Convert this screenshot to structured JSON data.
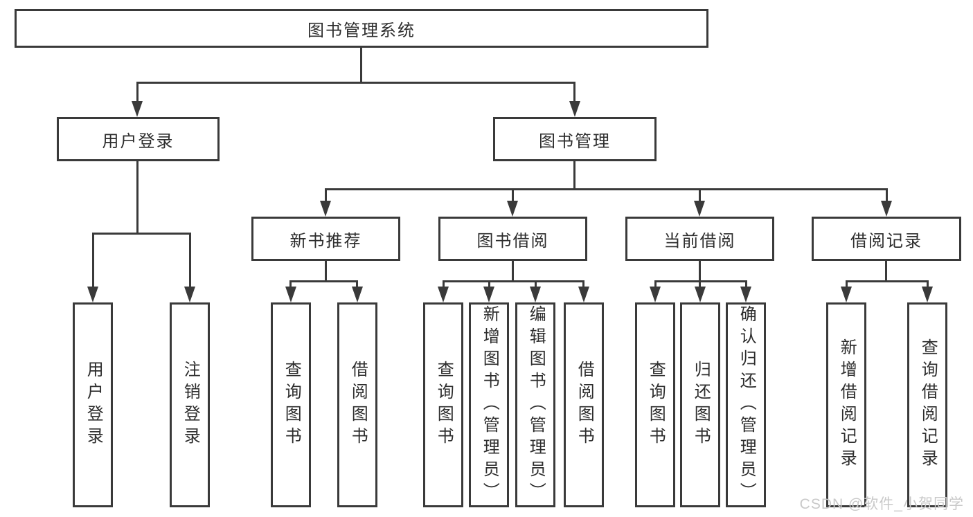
{
  "tree": {
    "root": {
      "label": "图书管理系统"
    },
    "level2": [
      {
        "label": "用户登录"
      },
      {
        "label": "图书管理"
      }
    ],
    "level3": [
      {
        "label": "新书推荐",
        "parent": "图书管理"
      },
      {
        "label": "图书借阅",
        "parent": "图书管理"
      },
      {
        "label": "当前借阅",
        "parent": "图书管理"
      },
      {
        "label": "借阅记录",
        "parent": "图书管理"
      }
    ],
    "leaves": [
      {
        "label": "用户登录",
        "parent": "用户登录"
      },
      {
        "label": "注销登录",
        "parent": "用户登录"
      },
      {
        "label": "查询图书",
        "parent": "新书推荐"
      },
      {
        "label": "借阅图书",
        "parent": "新书推荐"
      },
      {
        "label": "查询图书",
        "parent": "图书借阅"
      },
      {
        "label": "新增图书（管理员）",
        "parent": "图书借阅"
      },
      {
        "label": "编辑图书（管理员）",
        "parent": "图书借阅"
      },
      {
        "label": "借阅图书",
        "parent": "图书借阅"
      },
      {
        "label": "查询图书",
        "parent": "当前借阅"
      },
      {
        "label": "归还图书",
        "parent": "当前借阅"
      },
      {
        "label": "确认归还（管理员）",
        "parent": "当前借阅"
      },
      {
        "label": "新增借阅记录",
        "parent": "借阅记录"
      },
      {
        "label": "查询借阅记录",
        "parent": "借阅记录"
      }
    ]
  },
  "watermark": "CSDN @软件_小贺同学",
  "colors": {
    "line": "#3a3a3a",
    "text": "#2d2d2d",
    "background": "#ffffff",
    "watermark": "#c9c9c9"
  }
}
